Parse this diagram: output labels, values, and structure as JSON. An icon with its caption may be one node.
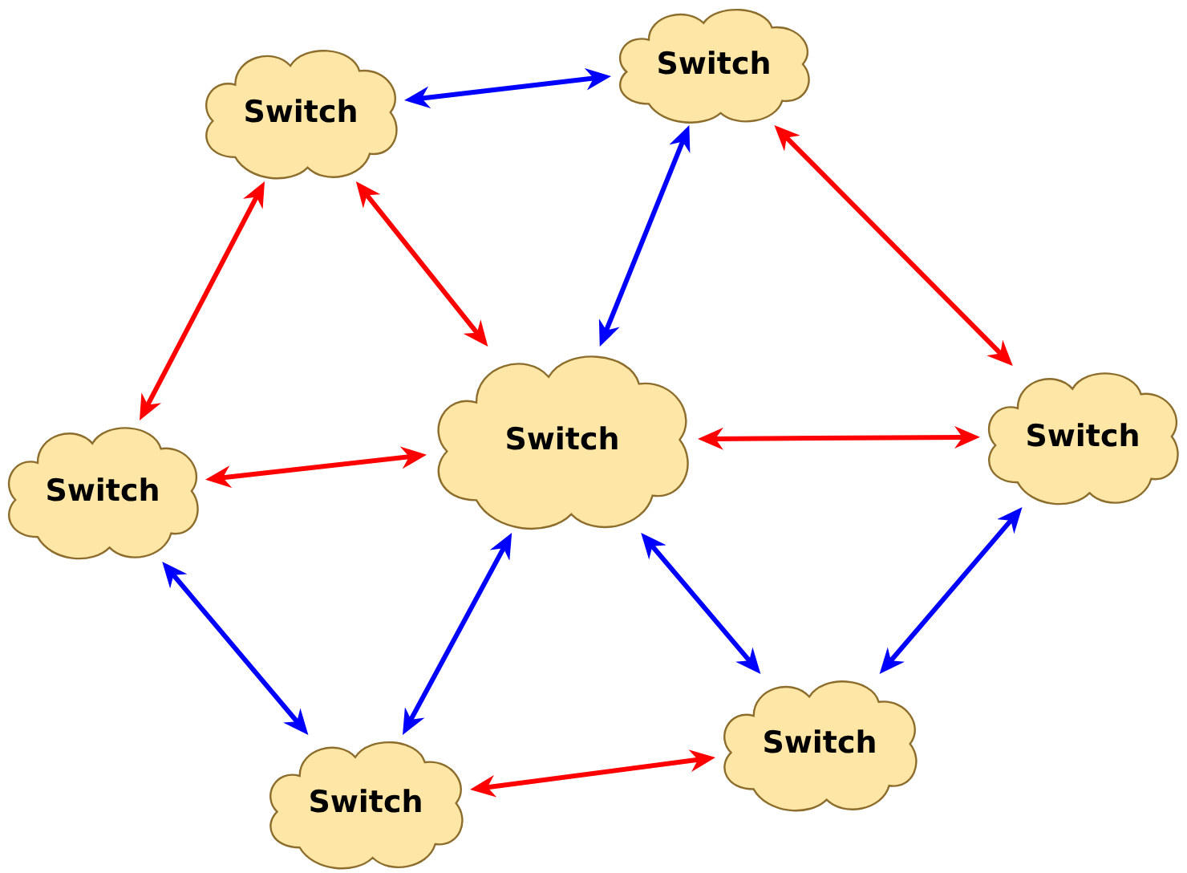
{
  "diagram": {
    "nodes": [
      {
        "text": [
          "Switch"
        ]
      },
      {
        "text": [
          "Switch"
        ]
      },
      {
        "text": [
          "Switch"
        ]
      },
      {
        "text": [
          "Switch"
        ]
      },
      {
        "text": [
          "Switch"
        ]
      },
      {
        "text": [
          "Switch"
        ]
      },
      {
        "text": [
          "Switch"
        ]
      }
    ],
    "edges": [
      {
        "from": 0,
        "to": 1,
        "arrow": "both",
        "color": "#0000ff"
      },
      {
        "from": 0,
        "to": 3,
        "arrow": "both",
        "color": "#ff0000"
      },
      {
        "from": 0,
        "to": 2,
        "arrow": "both",
        "color": "#ff0000"
      },
      {
        "from": 1,
        "to": 2,
        "arrow": "both",
        "color": "#0000ff"
      },
      {
        "from": 1,
        "to": 4,
        "arrow": "both",
        "color": "#ff0000"
      },
      {
        "from": 3,
        "to": 2,
        "arrow": "both",
        "color": "#ff0000"
      },
      {
        "from": 2,
        "to": 4,
        "arrow": "both",
        "color": "#ff0000"
      },
      {
        "from": 3,
        "to": 5,
        "arrow": "both",
        "color": "#0000ff"
      },
      {
        "from": 5,
        "to": 2,
        "arrow": "both",
        "color": "#0000ff"
      },
      {
        "from": 2,
        "to": 6,
        "arrow": "both",
        "color": "#0000ff"
      },
      {
        "from": 6,
        "to": 4,
        "arrow": "both",
        "color": "#0000ff"
      },
      {
        "from": 5,
        "to": 6,
        "arrow": "both",
        "color": "#ff0000"
      }
    ]
  }
}
